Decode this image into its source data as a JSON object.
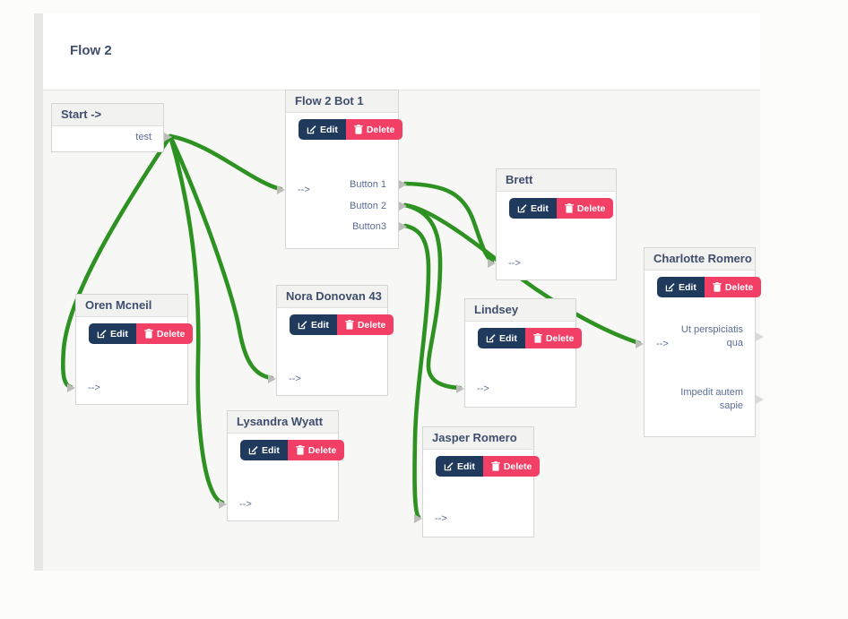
{
  "header": {
    "title": "Flow 2"
  },
  "actions": {
    "edit_label": "Edit",
    "delete_label": "Delete"
  },
  "colors": {
    "connector_green": "#2e9222",
    "edit_navy": "#1f3a5c",
    "delete_pink": "#f23f66"
  },
  "nodes": {
    "start": {
      "title": "Start ->",
      "outputs": [
        "test"
      ]
    },
    "flow2bot1": {
      "title": "Flow 2 Bot 1",
      "input": "-->",
      "outputs": [
        "Button 1",
        "Button 2",
        "Button3"
      ]
    },
    "brett": {
      "title": "Brett",
      "input": "-->"
    },
    "charlotte": {
      "title": "Charlotte Romero",
      "input": "-->",
      "outputs": [
        "Ut perspiciatis qua",
        "Impedit autem sapie"
      ]
    },
    "oren": {
      "title": "Oren Mcneil",
      "input": "-->"
    },
    "nora": {
      "title": "Nora Donovan 43",
      "input": "-->"
    },
    "lindsey": {
      "title": "Lindsey",
      "input": "-->"
    },
    "lysandra": {
      "title": "Lysandra Wyatt",
      "input": "-->"
    },
    "jasper": {
      "title": "Jasper Romero",
      "input": "-->"
    }
  }
}
